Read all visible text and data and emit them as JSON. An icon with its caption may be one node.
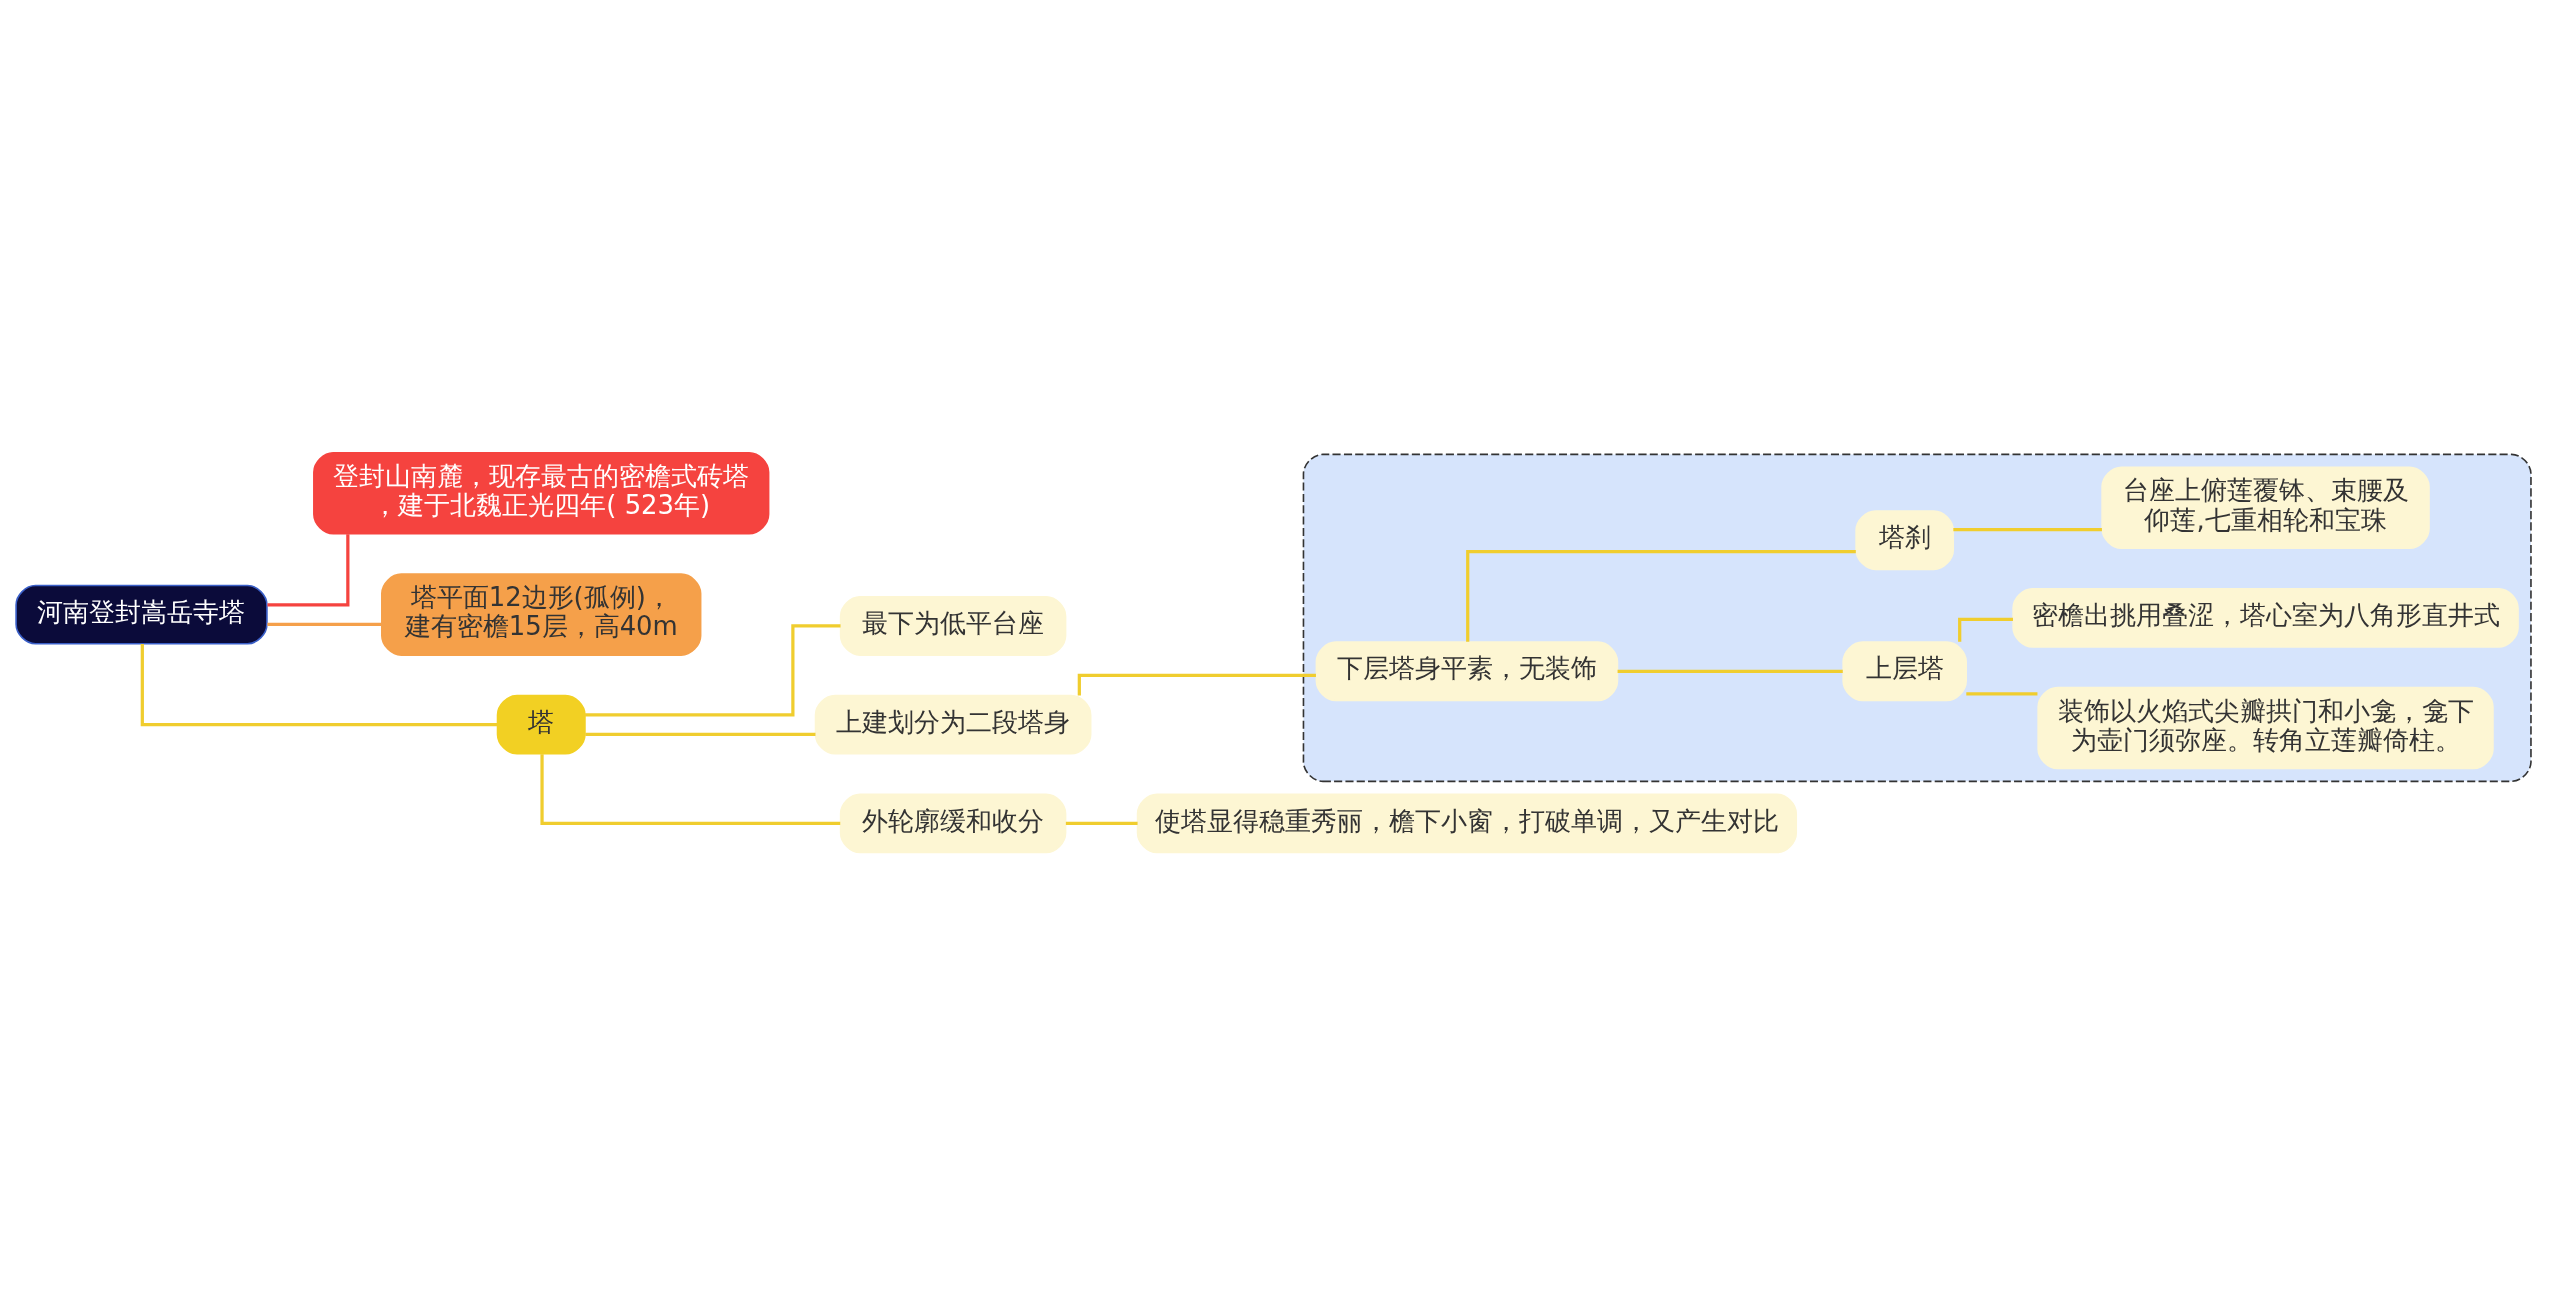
{
  "diagram": {
    "nodes": [
      {
        "text": [
          "河南登封嵩岳寺塔"
        ]
      },
      {
        "text": [
          "登封山南麓，现存最古的密檐式砖塔，建于北魏正光四年( 523年)"
        ]
      },
      {
        "text": [
          "塔平面12边形(孤例)，建有密檐15层，高40m"
        ]
      },
      {
        "text": [
          "塔"
        ]
      },
      {
        "text": [
          "最下为低平台座"
        ]
      },
      {
        "text": [
          "上建划分为二段塔身"
        ]
      },
      {
        "text": [],
        "shape": "box"
      },
      {
        "text": [
          "下层塔身平素，无装饰"
        ],
        "in": 6
      },
      {
        "text": [
          "上层塔"
        ],
        "in": 6
      },
      {
        "text": [
          "装饰以火焰式尖瓣拱门和小龛，龛下为壶门须弥座。转角立莲瓣倚柱。"
        ],
        "in": 6
      },
      {
        "text": [
          "密檐出挑用叠涩，塔心室为八角形直井式"
        ],
        "in": 6
      },
      {
        "text": [
          "塔刹"
        ],
        "in": 6
      },
      {
        "text": [
          "台座上俯莲覆钵、束腰及仰莲,七重相轮和宝珠"
        ],
        "in": 6
      },
      {
        "text": [
          "外轮廓缓和收分"
        ]
      },
      {
        "text": [
          "使塔显得稳重秀丽，檐下小窗，打破单调，又产生对比"
        ]
      }
    ],
    "edges": [
      {
        "from": 0,
        "to": 1,
        "arrow": "none",
        "color": "#f5433f"
      },
      {
        "from": 0,
        "to": 2,
        "arrow": "none",
        "color": "#f5a04a"
      },
      {
        "from": 0,
        "to": 3,
        "arrow": "none"
      },
      {
        "from": 3,
        "to": 4,
        "arrow": "none"
      },
      {
        "from": 3,
        "to": 5,
        "arrow": "none"
      },
      {
        "from": 3,
        "to": 13,
        "arrow": "none"
      },
      {
        "from": 5,
        "to": 7,
        "arrow": "none"
      },
      {
        "from": 7,
        "to": 8,
        "arrow": "none"
      },
      {
        "from": 7,
        "to": 11,
        "arrow": "none"
      },
      {
        "from": 8,
        "to": 9,
        "arrow": "none"
      },
      {
        "from": 8,
        "to": 10,
        "arrow": "none"
      },
      {
        "from": 11,
        "to": 12,
        "arrow": "none"
      },
      {
        "from": 13,
        "to": 14,
        "arrow": "none"
      }
    ]
  }
}
